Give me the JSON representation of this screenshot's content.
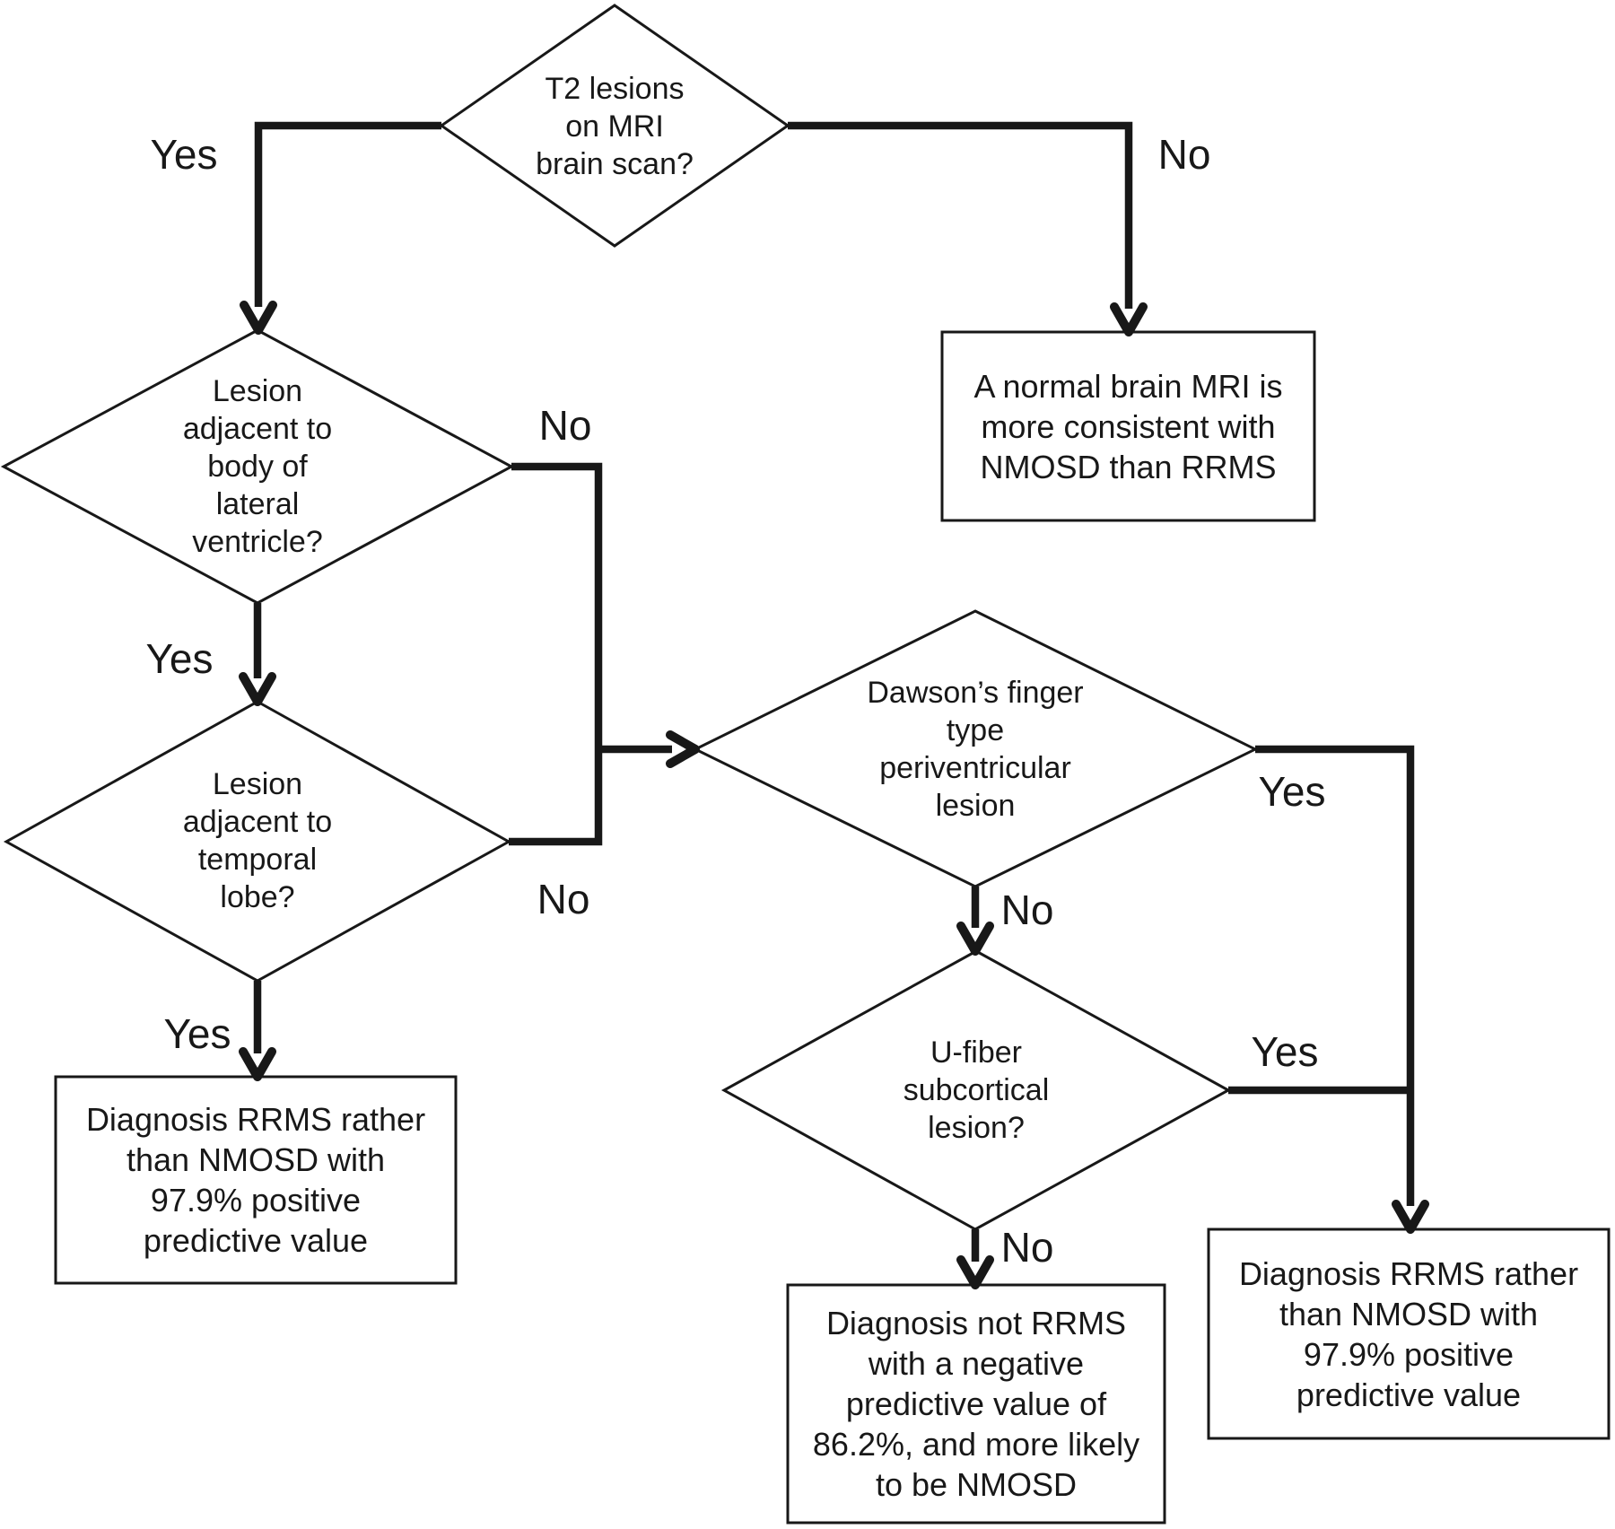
{
  "diagram": {
    "type": "flowchart",
    "topic": "MRI brain lesion algorithm distinguishing RRMS from NMOSD",
    "colors": {
      "background": "#ffffff",
      "line": "#181818",
      "text": "#181818"
    },
    "nodes": {
      "d1": {
        "kind": "decision",
        "lines": [
          "T2 lesions",
          "on MRI",
          "brain scan?"
        ]
      },
      "d2": {
        "kind": "decision",
        "lines": [
          "Lesion",
          "adjacent to",
          "body of",
          "lateral",
          "ventricle?"
        ]
      },
      "d3": {
        "kind": "decision",
        "lines": [
          "Lesion",
          "adjacent to",
          "temporal",
          "lobe?"
        ]
      },
      "d4": {
        "kind": "decision",
        "lines": [
          "Dawson’s finger",
          "type",
          "periventricular",
          "lesion"
        ]
      },
      "d5": {
        "kind": "decision",
        "lines": [
          "U-fiber",
          "subcortical",
          "lesion?"
        ]
      },
      "b1": {
        "kind": "terminal",
        "lines": [
          "A normal brain MRI is",
          "more consistent with",
          "NMOSD than RRMS"
        ]
      },
      "b2": {
        "kind": "terminal",
        "lines": [
          "Diagnosis RRMS rather",
          "than NMOSD with",
          "97.9% positive",
          "predictive value"
        ]
      },
      "b3": {
        "kind": "terminal",
        "lines": [
          "Diagnosis not RRMS",
          "with a negative",
          "predictive value of",
          "86.2%, and more likely",
          "to be NMOSD"
        ]
      },
      "b4": {
        "kind": "terminal",
        "lines": [
          "Diagnosis RRMS rather",
          "than NMOSD with",
          "97.9% positive",
          "predictive value"
        ]
      }
    },
    "edge_labels": {
      "yes1": "Yes",
      "no1": "No",
      "yes2": "Yes",
      "no2": "No",
      "yes3": "Yes",
      "no3": "No",
      "yes4": "Yes",
      "yes5": "Yes",
      "no4": "No"
    }
  }
}
